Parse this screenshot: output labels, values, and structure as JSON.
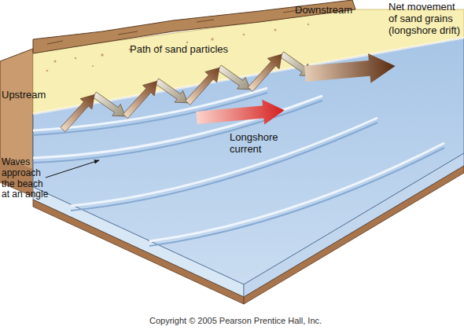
{
  "diagram": {
    "labels": [
      "Upstream",
      "Path of sand particles",
      "Downstream",
      "Net movement of sand grains (longshore drift)",
      "Longshore current",
      "Waves approach the beach at an angle",
      "Copyright © 2005 Pearson Prentice Hall, Inc."
    ]
  }
}
